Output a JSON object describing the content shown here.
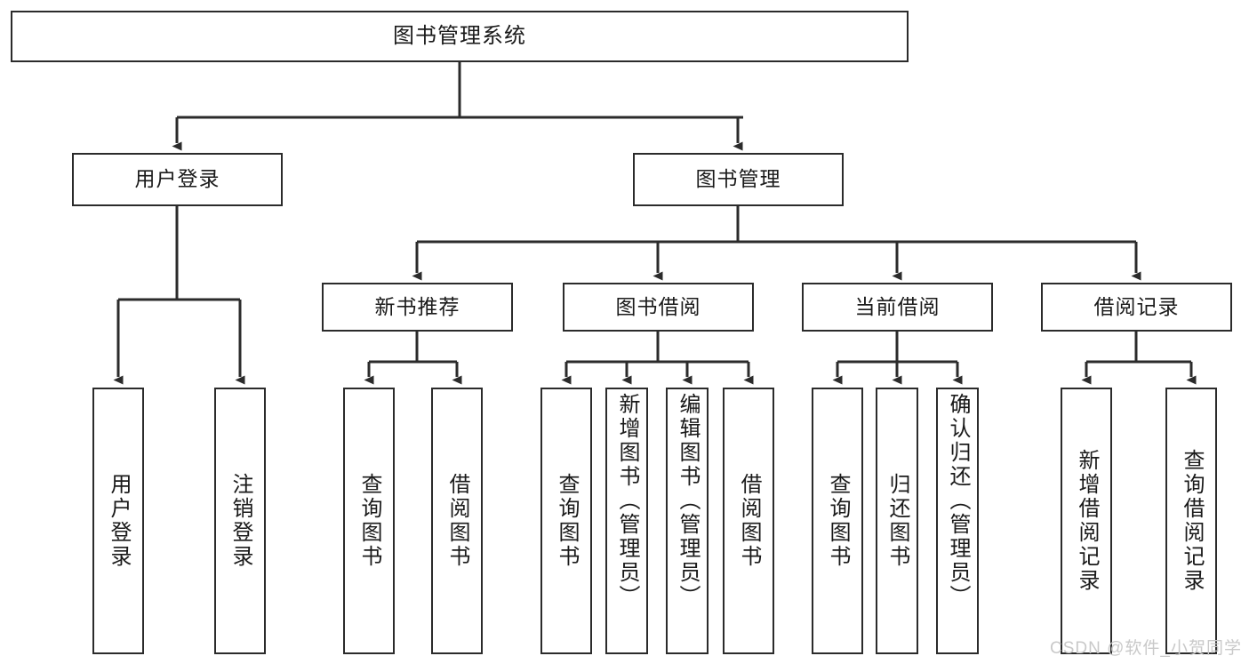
{
  "diagram": {
    "type": "hierarchy-tree",
    "title": "图书管理系统",
    "orientation": "top-down",
    "colors": {
      "background": "#ffffff",
      "box_border": "#2b2b2b",
      "box_fill": "#ffffff",
      "connector": "#2b2b2b",
      "text": "#1a1a1a",
      "watermark": "#c9c9c9"
    },
    "nodes": {
      "root": {
        "label": "图书管理系统",
        "level": 0
      },
      "user_login": {
        "label": "用户登录",
        "level": 1
      },
      "book_manage": {
        "label": "图书管理",
        "level": 1
      },
      "new_book_rec": {
        "label": "新书推荐",
        "level": 2
      },
      "book_borrow": {
        "label": "图书借阅",
        "level": 2
      },
      "current_borrow": {
        "label": "当前借阅",
        "level": 2
      },
      "borrow_record": {
        "label": "借阅记录",
        "level": 2
      },
      "leaf_user_login": {
        "label": "用户登录",
        "level": 3,
        "parent": "用户登录"
      },
      "leaf_logout": {
        "label": "注销登录",
        "level": 3,
        "parent": "用户登录"
      },
      "leaf_query_book_1": {
        "label": "查询图书",
        "level": 3,
        "parent": "新书推荐"
      },
      "leaf_borrow_book_1": {
        "label": "借阅图书",
        "level": 3,
        "parent": "新书推荐"
      },
      "leaf_query_book_2": {
        "label": "查询图书",
        "level": 3,
        "parent": "图书借阅"
      },
      "leaf_add_book": {
        "label": "新增图书（管理员）",
        "level": 3,
        "parent": "图书借阅"
      },
      "leaf_edit_book": {
        "label": "编辑图书（管理员）",
        "level": 3,
        "parent": "图书借阅"
      },
      "leaf_borrow_book_2": {
        "label": "借阅图书",
        "level": 3,
        "parent": "图书借阅"
      },
      "leaf_query_book_3": {
        "label": "查询图书",
        "level": 3,
        "parent": "当前借阅"
      },
      "leaf_return_book": {
        "label": "归还图书",
        "level": 3,
        "parent": "当前借阅"
      },
      "leaf_confirm_return": {
        "label": "确认归还（管理员）",
        "level": 3,
        "parent": "当前借阅"
      },
      "leaf_add_record": {
        "label": "新增借阅记录",
        "level": 3,
        "parent": "借阅记录"
      },
      "leaf_query_record": {
        "label": "查询借阅记录",
        "level": 3,
        "parent": "借阅记录"
      }
    },
    "watermark": "CSDN @软件_小贺同学"
  }
}
